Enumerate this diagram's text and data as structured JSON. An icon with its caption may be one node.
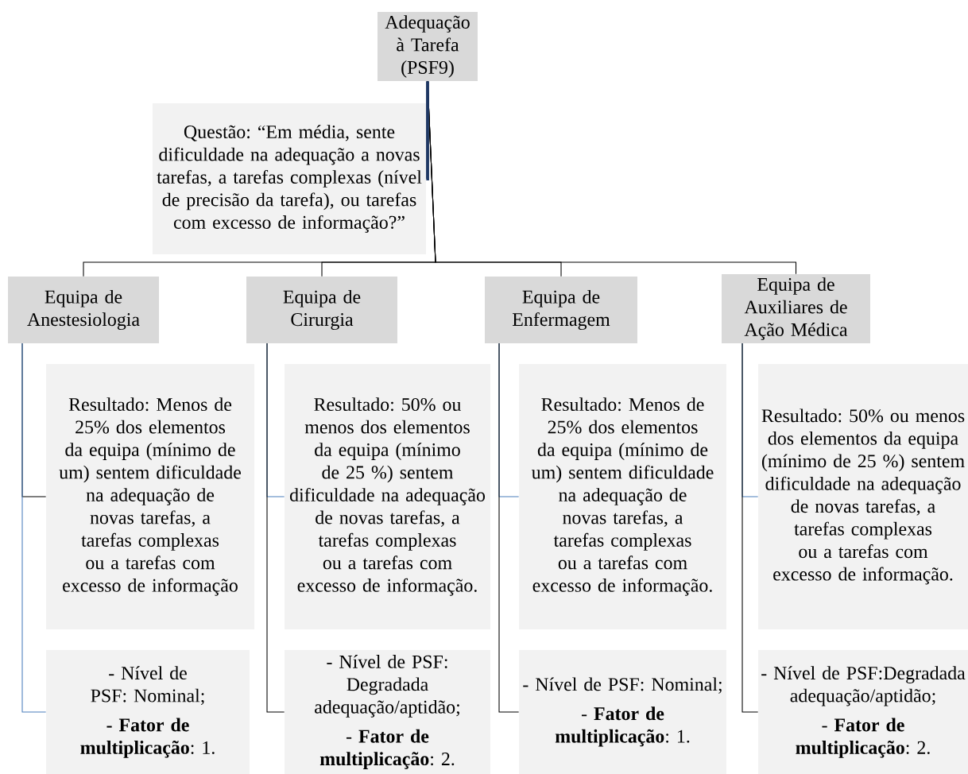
{
  "diagram": {
    "nodes": [
      {
        "text": [
          "Adequação à Tarefa (PSF9)"
        ]
      },
      {
        "text": [
          "Questão: “Em média, sente dificuldade na adequação a novas tarefas, a tarefas complexas (nível de precisão da tarefa), ou tarefas com excesso de informação?”"
        ]
      },
      {
        "text": [
          "Equipa de Anestesiologia"
        ]
      },
      {
        "text": [
          "Equipa de Cirurgia"
        ]
      },
      {
        "text": [
          "Equipa de Enfermagem"
        ]
      },
      {
        "text": [
          "Equipa de Auxiliares de Ação Médica"
        ]
      },
      {
        "text": [
          "Resultado: Menos de 25% dos elementos da equipa (mínimo de um) sentem dificuldade na adequação de novas tarefas, a tarefas complexas ou a tarefas com excesso de informação"
        ]
      },
      {
        "text": [
          "Resultado: 50% ou menos dos elementos da equipa (mínimo de 25 %) sentem dificuldade na adequação de novas tarefas, a tarefas complexas ou a tarefas com excesso de informação."
        ]
      },
      {
        "text": [
          "Resultado: Menos de 25% dos elementos da equipa (mínimo de um) sentem dificuldade na adequação de novas tarefas, a tarefas complexas ou a tarefas com excesso de informação."
        ]
      },
      {
        "text": [
          "Resultado: 50% ou menos dos elementos da equipa (mínimo de 25 %) sentem dificuldade na adequação de novas tarefas, a tarefas complexas ou a tarefas com excesso de informação."
        ]
      },
      {
        "text": [
          "- Nível de PSF: Nominal;",
          "**- Fator de multiplicação**: 1."
        ]
      },
      {
        "text": [
          "- Nível de PSF: Degradada adequação/aptidão;",
          "- **Fator de multiplicação**: 2."
        ]
      },
      {
        "text": [
          "- Nível de PSF: Nominal;",
          "- **Fator de multiplicação**: 1."
        ]
      },
      {
        "text": [
          "- Nível de PSF:Degradada adequação/aptidão;",
          "- **Fator de multiplicação**: 2."
        ]
      }
    ],
    "edges": [
      {
        "from": 0,
        "to": 1,
        "arrow": "none",
        "style": "thick",
        "color": "#1f3864"
      },
      {
        "from": 0,
        "to": 2,
        "arrow": "none"
      },
      {
        "from": 0,
        "to": 3,
        "arrow": "none"
      },
      {
        "from": 0,
        "to": 4,
        "arrow": "none"
      },
      {
        "from": 0,
        "to": 5,
        "arrow": "none"
      },
      {
        "from": 2,
        "to": 6,
        "arrow": "none"
      },
      {
        "from": 2,
        "to": 10,
        "arrow": "none",
        "color": "#4a7ebb"
      },
      {
        "from": 3,
        "to": 7,
        "arrow": "none",
        "color": "#4a7ebb"
      },
      {
        "from": 3,
        "to": 11,
        "arrow": "none"
      },
      {
        "from": 4,
        "to": 8,
        "arrow": "none",
        "color": "#4a7ebb"
      },
      {
        "from": 4,
        "to": 12,
        "arrow": "none"
      },
      {
        "from": 5,
        "to": 9,
        "arrow": "none",
        "color": "#4a7ebb"
      },
      {
        "from": 5,
        "to": 13,
        "arrow": "none"
      }
    ]
  }
}
